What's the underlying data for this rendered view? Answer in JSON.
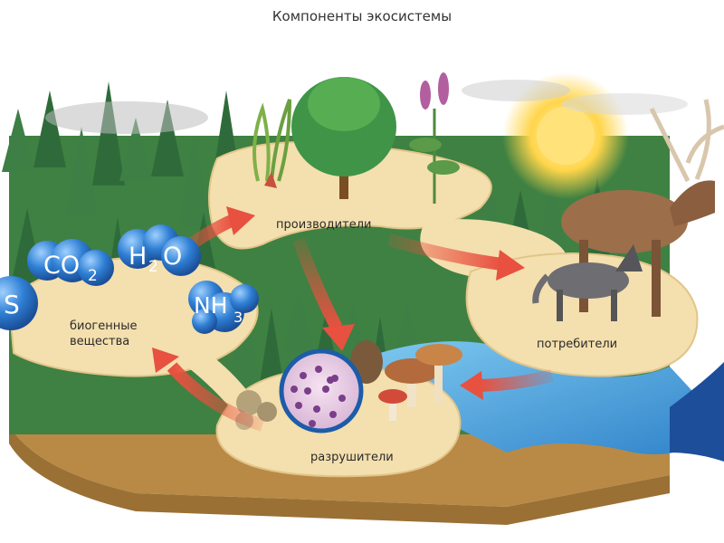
{
  "title": "Компоненты экосистемы",
  "nodes": {
    "producers": "производители",
    "consumers": "потребители",
    "decomposers": "разрушители",
    "biogenic_line1": "биогенные",
    "biogenic_line2": "вещества"
  },
  "molecules": {
    "co2_main": "CO",
    "co2_sub": "2",
    "h2o_main_a": "H",
    "h2o_sub": "2",
    "h2o_main_b": "O",
    "nh3_main": "NH",
    "nh3_sub": "3",
    "s": "S"
  },
  "colors": {
    "platform": "#f4dfae",
    "platform_side": "#c99a52",
    "forest_dark": "#2f6b3a",
    "forest_light": "#4f9a4a",
    "arrow": "#e8503f",
    "molecule": "#2f7fd4",
    "water": "#5aaee0",
    "sun": "#ffd54a"
  },
  "icons": [
    "tree-icon",
    "flower-icon",
    "elk-icon",
    "wolf-icon",
    "mushroom-icon",
    "microbe-icon",
    "sun-icon",
    "water-icon"
  ]
}
